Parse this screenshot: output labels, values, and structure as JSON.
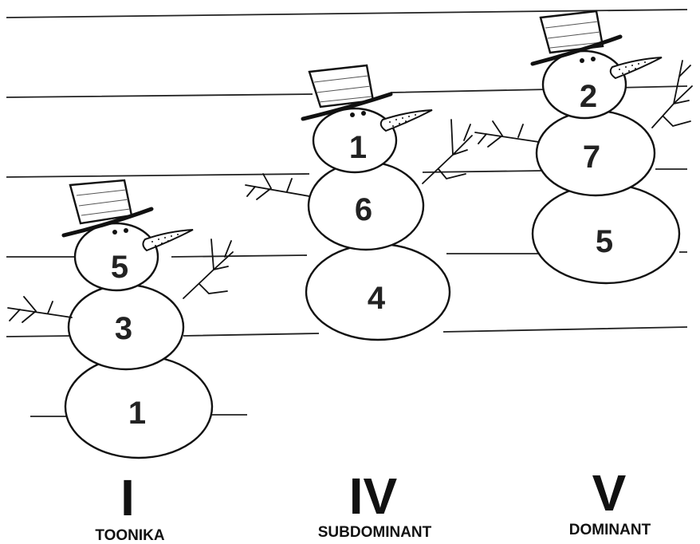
{
  "snowmen": [
    {
      "id": "toonika",
      "roman": "I",
      "caption": "TOONIKA",
      "notes": {
        "head": "5",
        "middle": "3",
        "bottom": "1"
      }
    },
    {
      "id": "subdominant",
      "roman": "IV",
      "caption": "SUBDOMINANT",
      "notes": {
        "head": "1",
        "middle": "6",
        "bottom": "4"
      }
    },
    {
      "id": "dominant",
      "roman": "V",
      "caption": "DOMINANT",
      "notes": {
        "head": "2",
        "middle": "7",
        "bottom": "5"
      }
    }
  ]
}
